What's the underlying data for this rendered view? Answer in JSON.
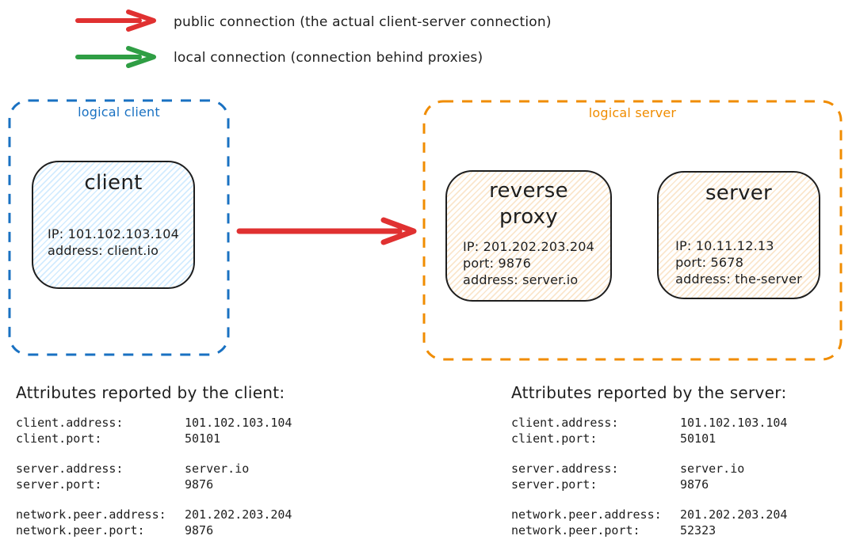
{
  "colors": {
    "public_connection": "#e03131",
    "local_connection": "#2f9e44",
    "logical_client_border": "#1971c2",
    "logical_server_border": "#f08c00",
    "ink": "#1e1e1e",
    "client_hatch": "rgba(165,216,255,0.5)",
    "server_hatch": "rgba(246,205,154,0.5)"
  },
  "legend": {
    "items": [
      {
        "icon": "public-arrow",
        "color": "#e03131",
        "label": "public connection (the actual client-server connection)"
      },
      {
        "icon": "local-arrow",
        "color": "#2f9e44",
        "label": "local connection (connection behind proxies)"
      }
    ]
  },
  "diagram": {
    "logical_client": {
      "label": "logical client",
      "border_color": "#1971c2",
      "client": {
        "title": "client",
        "fill": "rgba(165,216,255,0.5)",
        "lines": [
          "IP: 101.102.103.104",
          "address: client.io"
        ]
      }
    },
    "public_arrow_color": "#e03131",
    "logical_server": {
      "label": "logical server",
      "border_color": "#f08c00",
      "reverse_proxy": {
        "title": "reverse proxy",
        "fill": "rgba(246,205,154,0.5)",
        "lines": [
          "IP: 201.202.203.204",
          "port: 9876",
          "address: server.io"
        ]
      },
      "server": {
        "title": "server",
        "fill": "rgba(246,205,154,0.5)",
        "lines": [
          "IP: 10.11.12.13",
          "port: 5678",
          "address: the-server"
        ]
      }
    }
  },
  "attributes_client": {
    "heading": "Attributes reported by the client:",
    "groups": [
      [
        {
          "key": "client.address:",
          "value": "101.102.103.104"
        },
        {
          "key": "client.port:",
          "value": "50101"
        }
      ],
      [
        {
          "key": "server.address:",
          "value": "server.io"
        },
        {
          "key": "server.port:",
          "value": "9876"
        }
      ],
      [
        {
          "key": "network.peer.address:",
          "value": "201.202.203.204"
        },
        {
          "key": "network.peer.port:",
          "value": "9876"
        }
      ]
    ]
  },
  "attributes_server": {
    "heading": "Attributes reported by the server:",
    "groups": [
      [
        {
          "key": "client.address:",
          "value": "101.102.103.104"
        },
        {
          "key": "client.port:",
          "value": "50101"
        }
      ],
      [
        {
          "key": "server.address:",
          "value": "server.io"
        },
        {
          "key": "server.port:",
          "value": "9876"
        }
      ],
      [
        {
          "key": "network.peer.address:",
          "value": "201.202.203.204"
        },
        {
          "key": "network.peer.port:",
          "value": "52323"
        }
      ]
    ]
  }
}
